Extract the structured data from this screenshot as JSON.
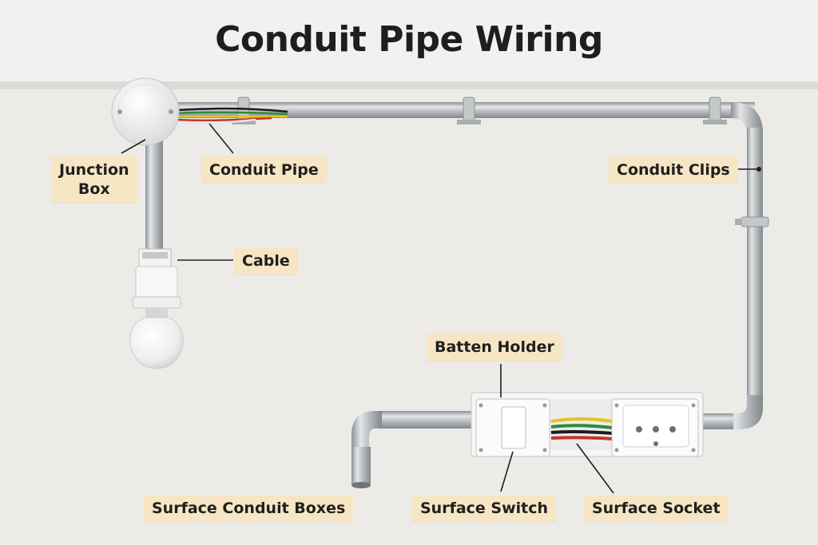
{
  "title": "Conduit Pipe Wiring",
  "labels": {
    "junction_box_line1": "Junction",
    "junction_box_line2": "Box",
    "conduit_pipe": "Conduit Pipe",
    "conduit_clips": "Conduit Clips",
    "cable": "Cable",
    "batten_holder": "Batten Holder",
    "surface_conduit_boxes": "Surface Conduit Boxes",
    "surface_switch": "Surface Switch",
    "surface_socket": "Surface Socket"
  },
  "colors": {
    "wall": "#efeeec",
    "label_bg": "#f6e6c4",
    "pipe": "#b9bdc0",
    "pipe_shadow": "#8d9295",
    "wire_green": "#2f8a3c",
    "wire_red": "#c8322d",
    "wire_yellow": "#e2c51e",
    "wire_black": "#1c1c1c"
  }
}
